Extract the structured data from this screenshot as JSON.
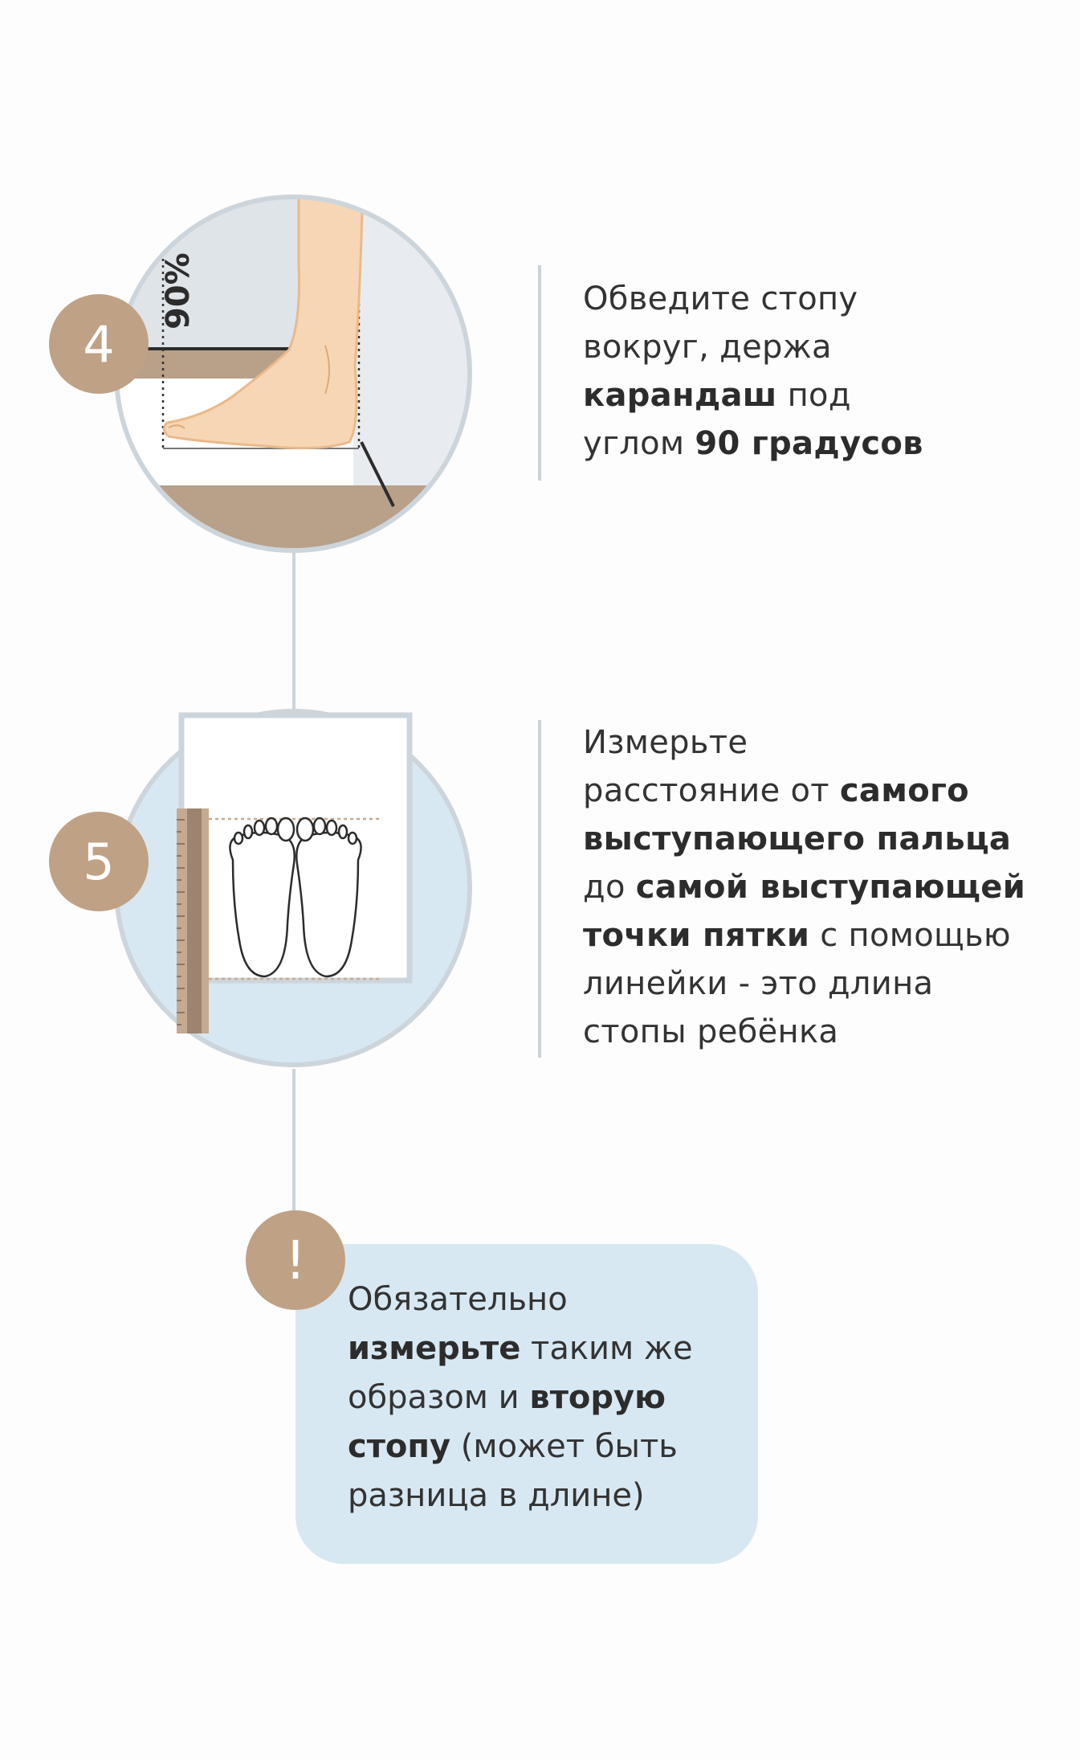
{
  "step4": {
    "number": "4",
    "angle_label": "90%",
    "text": {
      "t1": "Обведите стопу",
      "t2": "вокруг, держа",
      "b1": "карандаш",
      "t3": " под",
      "t4": "углом ",
      "b2": "90 градусов"
    }
  },
  "step5": {
    "number": "5",
    "text": {
      "t1": "Измерьте",
      "t2": "расстояние от ",
      "b1": "самого",
      "b2": "выступающего пальца",
      "t3": "до ",
      "b3": "самой выступающей",
      "b4": "точки пятки",
      "t4": " с помощью",
      "t5": "линейки - это длина",
      "t6": "стопы ребёнка"
    }
  },
  "note": {
    "symbol": "!",
    "text": {
      "t1": "Обязательно",
      "b1": "измерьте",
      "t2": " таким же",
      "t3": "образом и ",
      "b2": "вторую",
      "b3": "стопу",
      "t4": " (может быть",
      "t5": "разница в длине)"
    }
  },
  "colors": {
    "accent": "#bfa185",
    "line": "#cbd3da",
    "note_bg": "#d8e8f2",
    "skin": "#f7d6b5",
    "wood": "#b8a089"
  }
}
